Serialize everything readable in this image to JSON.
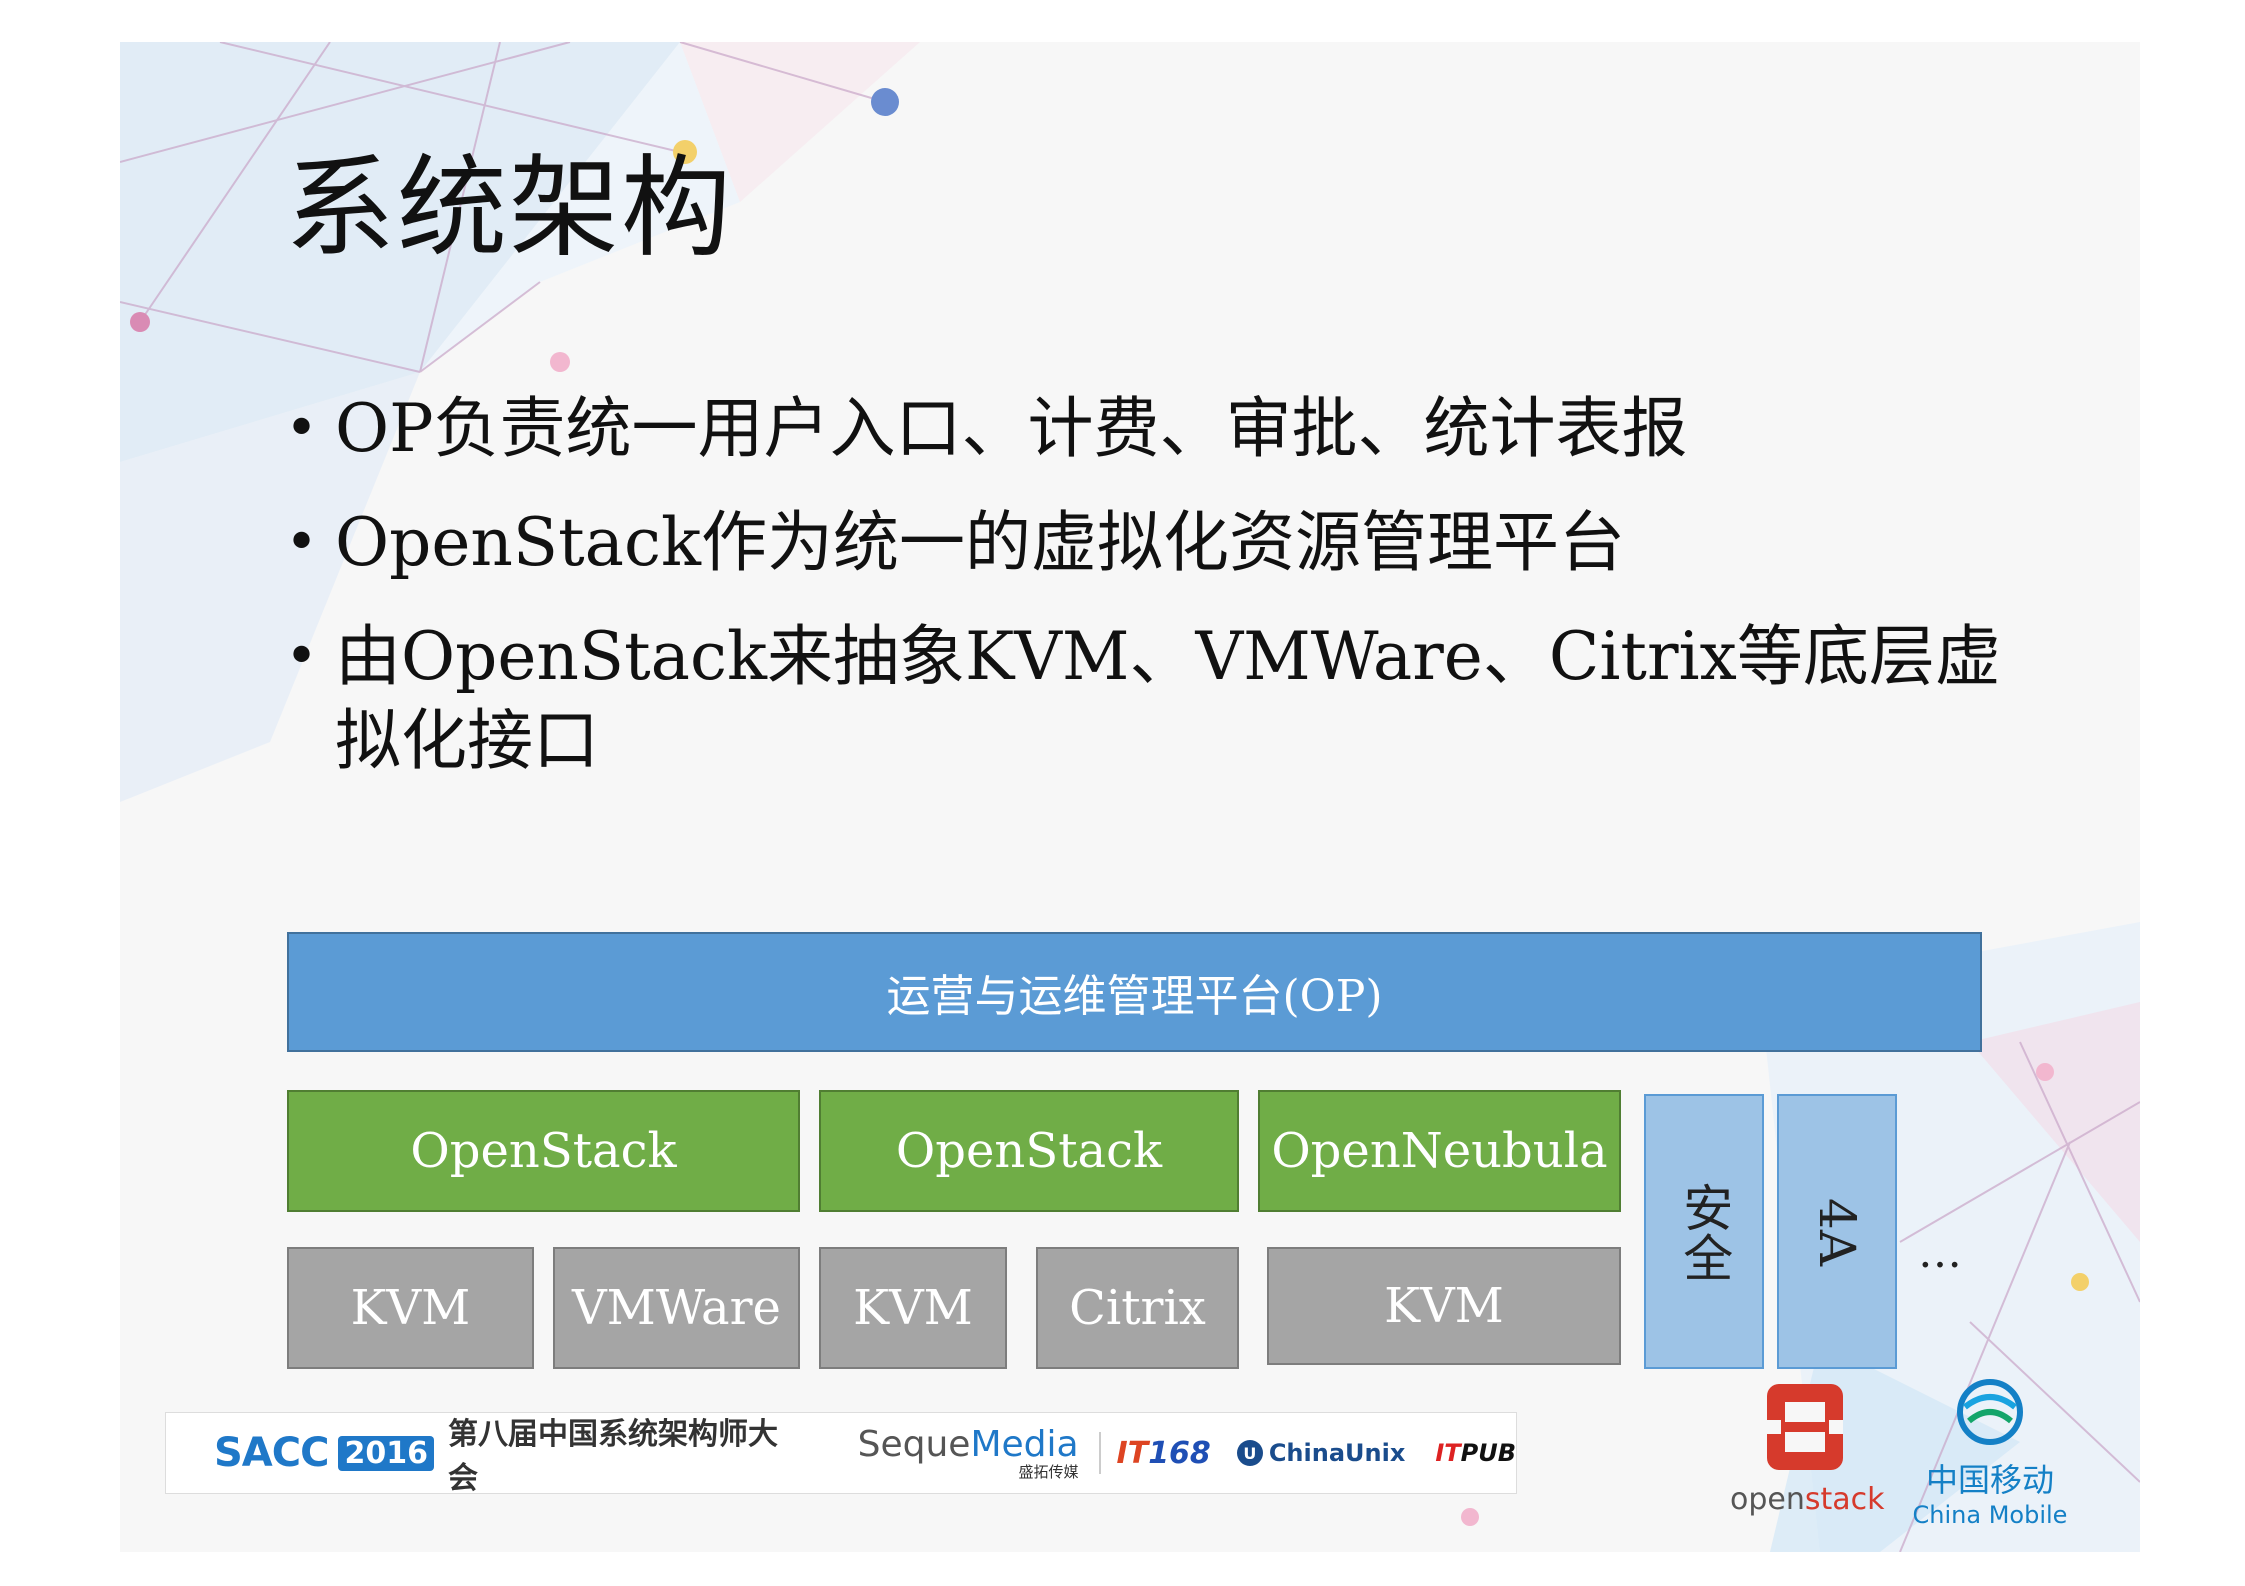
{
  "title": "系统架构",
  "bullets": [
    "OP负责统一用户入口、计费、审批、统计表报",
    "OpenStack作为统一的虚拟化资源管理平台",
    "由OpenStack来抽象KVM、VMWare、Citrix等底层虚拟化接口"
  ],
  "bullet_symbol": "•",
  "diagram": {
    "op_platform": "运营与运维管理平台(OP)",
    "cloud_platforms": [
      "OpenStack",
      "OpenStack",
      "OpenNeubula"
    ],
    "hypervisors": [
      "KVM",
      "VMWare",
      "KVM",
      "Citrix",
      "KVM"
    ],
    "side_modules": [
      "安全",
      "4A"
    ],
    "ellipsis": "…"
  },
  "footer": {
    "sacc": "SACC",
    "year": "2016",
    "conference": "第八届中国系统架构师大会",
    "seque_a": "Seque",
    "seque_b": "Media",
    "seque_sub": "盛拓传媒",
    "it168_a": "IT",
    "it168_b": "168",
    "chinaunix": "ChinaUnix",
    "itpub_a": "IT",
    "itpub_b": "PUB"
  },
  "logos": {
    "openstack_a": "open",
    "openstack_b": "stack",
    "cm_zh": "中国移动",
    "cm_en": "China Mobile"
  },
  "colors": {
    "op_blue": "#5b9bd5",
    "openstack_green": "#70ad47",
    "hypervisor_gray": "#a5a5a5",
    "side_blue": "#9dc3e6",
    "openstack_red": "#d63a2c",
    "chinamobile_blue": "#1480c6"
  }
}
